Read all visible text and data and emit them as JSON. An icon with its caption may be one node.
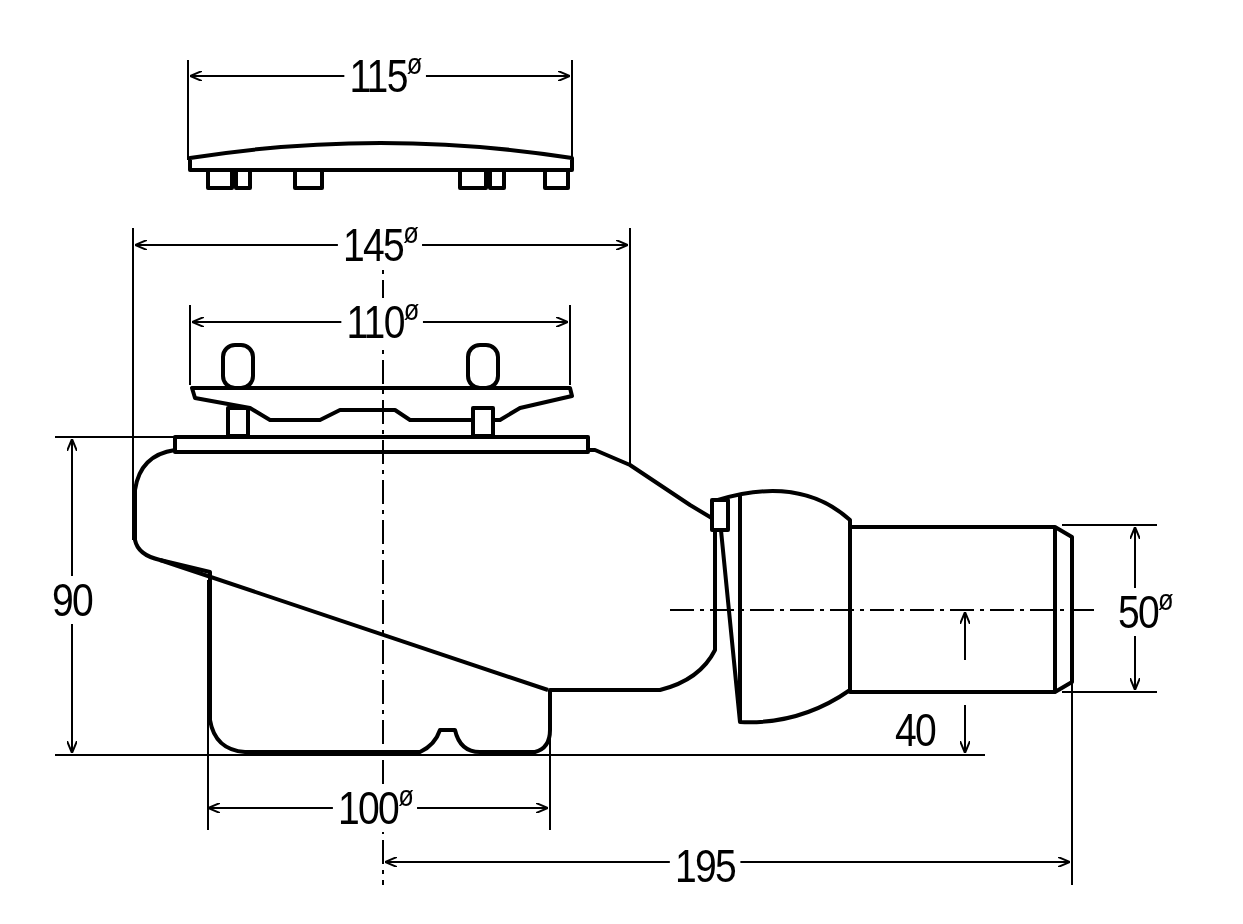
{
  "diagram": {
    "labels": [
      "115$^{ø}$",
      "145$^{ø}$",
      "110$^{ø}$",
      "90",
      "50$^{ø}$",
      "40",
      "100$^{ø}$",
      "195"
    ]
  }
}
